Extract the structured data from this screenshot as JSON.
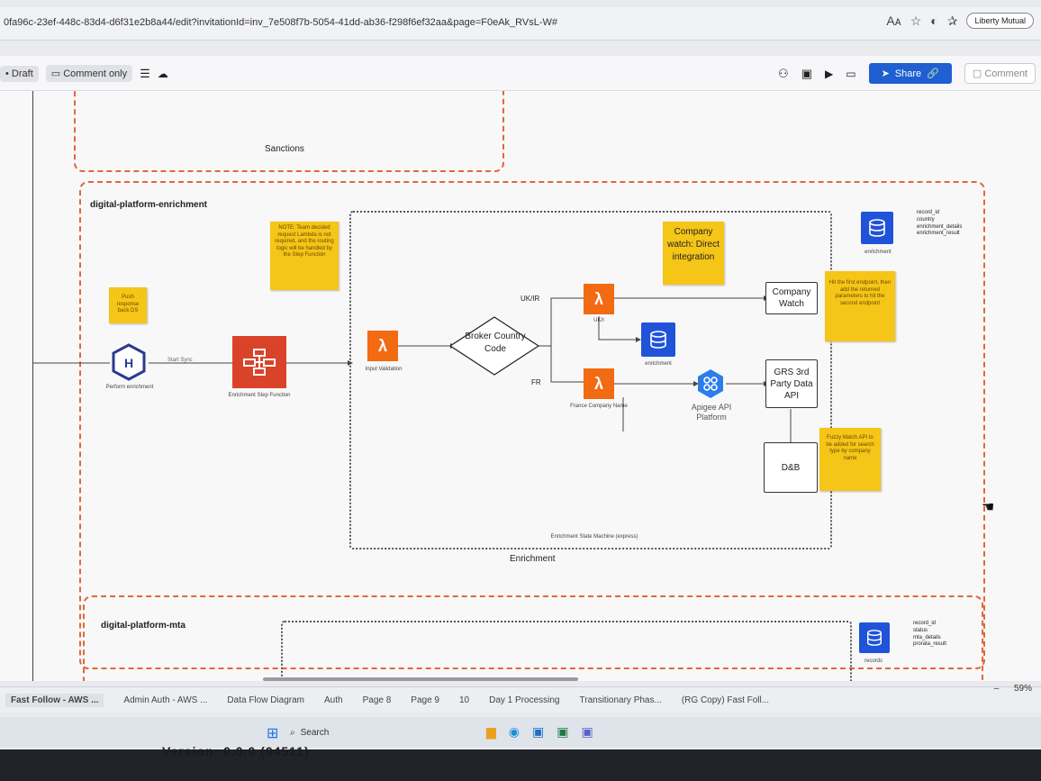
{
  "browser": {
    "url": "0fa96c-23ef-448c-83d4-d6f31e2b8a44/edit?invitationId=inv_7e508f7b-5054-41dd-ab36-f298f6ef32aa&page=F0eAk_RVsL-W#",
    "profile_label": "Liberty Mutual"
  },
  "toolbar": {
    "draft_label": "• Draft",
    "comment_only_label": "Comment only",
    "share_label": "Share",
    "comment_label": "Comment"
  },
  "diagram": {
    "sanctions_label": "Sanctions",
    "enrichment_group_label": "digital-platform-enrichment",
    "enrichment_label": "Enrichment",
    "state_machine_label": "Enrichment State Machine (express)",
    "mta_group_label": "digital-platform-mta",
    "note_team": "NOTE: Team decided request Lambda is not required, and the routing logic will be handled by the Step Function",
    "note_push": "Push response back DS",
    "note_company_watch": "Company watch: Direct integration",
    "note_hit_first": "Hit the first endpoint, then add the returned parameters to hit the second endpoint",
    "note_fuzzy": "Fuzzy Match API to be added for search type by company name",
    "perform_enrichment": "Perform enrichment",
    "start_sync": "Start Sync",
    "enrichment_step_function": "Enrichment Step Function",
    "input_validation": "Input Validation",
    "broker_country_code": "Broker Country Code",
    "route_uk": "UK/IR",
    "route_fr": "FR",
    "uk_lambda_label": "UK/I",
    "france_lambda_label": "France Company Name",
    "enrichment_db_label": "enrichment",
    "apigee_label": "Apigee API Platform",
    "company_watch": "Company Watch",
    "grs_api": "GRS 3rd Party Data API",
    "dnb": "D&B",
    "top_db_label": "enrichment",
    "top_db_fields": [
      "record_id",
      "country",
      "enrichment_details",
      "enrichment_result"
    ],
    "mta_db_label": "records",
    "mta_db_fields": [
      "record_id",
      "status",
      "mta_details",
      "prorata_result"
    ]
  },
  "tabs": {
    "items": [
      "Fast Follow - AWS ...",
      "Admin Auth - AWS ...",
      "Data Flow Diagram",
      "Auth",
      "Page 8",
      "Page 9",
      "10",
      "Day 1 Processing",
      "Transitionary Phas...",
      "(RG Copy) Fast Foll..."
    ],
    "zoom": "59%"
  },
  "taskbar": {
    "search_label": "Search",
    "version": "Version: 0.0.0 (04511)"
  }
}
